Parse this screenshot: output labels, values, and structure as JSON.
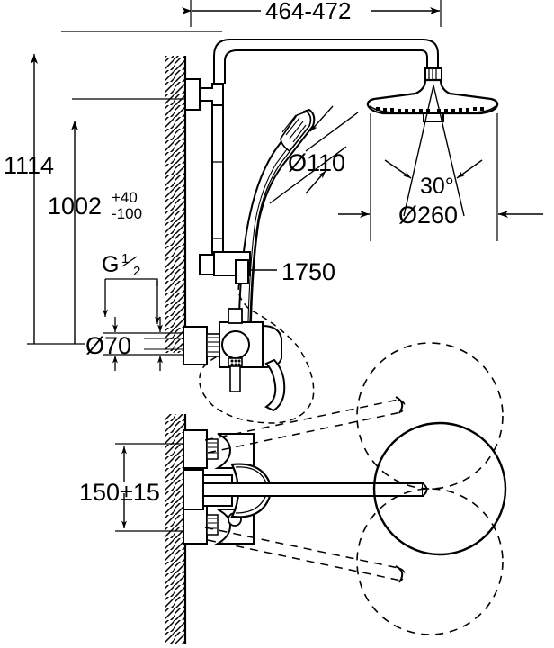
{
  "drawing": {
    "title": "Shower system technical dimension drawing",
    "units": "mm",
    "background_color": "#ffffff",
    "line_color": "#000000"
  },
  "dimensions": {
    "top_horizontal": "464-472",
    "overall_height": "1114",
    "mixer_height": "1002",
    "mixer_tol_plus": "+40",
    "mixer_tol_minus": "-100",
    "thread_label_g": "G",
    "thread_label_num": "1",
    "thread_label_den": "2",
    "inlet_spacing": "Ø70",
    "hand_shower_dia": "Ø110",
    "head_shower_dia": "Ø260",
    "head_shower_angle": "30°",
    "hose_length": "1750",
    "spout_height": "150±15"
  },
  "parts": {
    "wall": "hatched-wall",
    "riser_pipe": "shower-riser-pipe",
    "head_shower": "head-shower",
    "hand_shower": "hand-shower",
    "shower_hose": "shower-hose",
    "shower_mixer": "single-lever-shower-mixer",
    "bath_mixer": "bath-filler-spout",
    "swivel_range": "spout-swivel-range"
  }
}
